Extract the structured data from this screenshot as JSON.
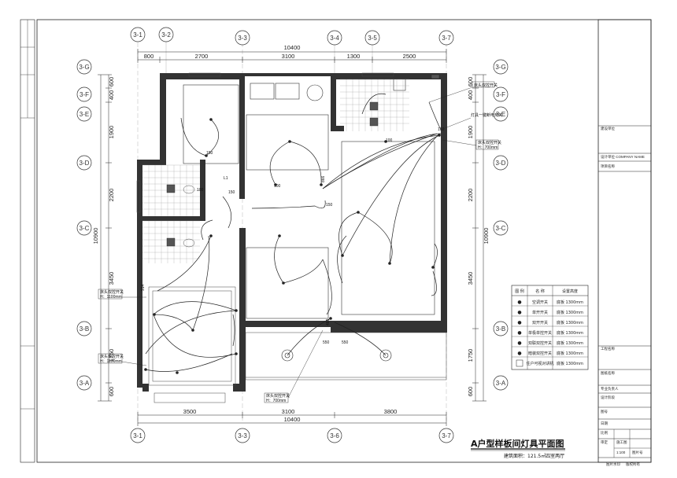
{
  "drawing": {
    "title": "A户型样板间灯具平面图",
    "subtitle": "建筑面积：121.5㎡四室两厅"
  },
  "axes": {
    "top": [
      "3-1",
      "3-2",
      "3-3",
      "3-4",
      "3-5",
      "3-7"
    ],
    "bottom": [
      "3-1",
      "3-3",
      "3-6",
      "3-7"
    ],
    "left": [
      "3-G",
      "3-F",
      "3-E",
      "3-D",
      "3-C",
      "3-B",
      "3-A"
    ],
    "right": [
      "3-G",
      "3-F",
      "3-E",
      "3-D",
      "3-C",
      "3-B",
      "3-A"
    ]
  },
  "dimensions": {
    "top_total": "10400",
    "top": [
      "800",
      "2700",
      "3100",
      "1300",
      "2500"
    ],
    "bottom_total": "10400",
    "bottom": [
      "3500",
      "3100",
      "3800"
    ],
    "left_total": "10900",
    "left": [
      "600",
      "400",
      "1900",
      "2200",
      "3450",
      "1750",
      "600"
    ],
    "right_total": "10900",
    "right": [
      "600",
      "400",
      "1900",
      "2200",
      "3450",
      "1750",
      "600"
    ]
  },
  "labels": {
    "switch_a": "床头双控开关",
    "switch_b": "灯具一键断电开关",
    "switch_h": "H：700mm",
    "switch_c": "床头双控开关",
    "switch_d": "床头双控开关",
    "switch_e": "床头双控开关",
    "h_1100": "H：1100mm",
    "h_700": "H：700mm",
    "d_550a": "550",
    "d_550b": "550",
    "d_150a": "150",
    "d_150b": "150",
    "d_150c": "150",
    "d_150d": "150",
    "d_100a": "100",
    "d_100b": "100",
    "d_100c": "100",
    "d_914": "914",
    "d_866": "866",
    "d_466": "466",
    "lpt": "L1"
  },
  "legend": {
    "headers": [
      "图 例",
      "名 称",
      "设置高度"
    ],
    "rows": [
      {
        "name": "空调开关",
        "height": "底板 1300mm"
      },
      {
        "name": "单开开关",
        "height": "底板 1300mm"
      },
      {
        "name": "双开开关",
        "height": "底板 1300mm"
      },
      {
        "name": "单极单控开关",
        "height": "底板 1300mm"
      },
      {
        "name": "双联双控开关",
        "height": "底板 1300mm"
      },
      {
        "name": "暗装双控开关",
        "height": "底板 1300mm"
      },
      {
        "name": "住户可视对讲机",
        "height": "底板 1300mm"
      }
    ]
  },
  "title_block": {
    "r1": "建设单位",
    "r2": "设计单位 COMPANY NAME",
    "r3": "项目名称",
    "r4": "工程名称",
    "r5": "图纸名称",
    "r6": "专业负责人",
    "r7": "设计阶段",
    "r8": "图号",
    "r9": "日期",
    "r10": "比例",
    "r11": "审定",
    "r12": "施工图",
    "r13": "1:100",
    "r14": "图片号",
    "footer_a": "图片水印",
    "footer_b": "版权所有"
  },
  "colors": {
    "wall": "#333333",
    "line": "#222222",
    "tile": "#9a9a9a"
  }
}
